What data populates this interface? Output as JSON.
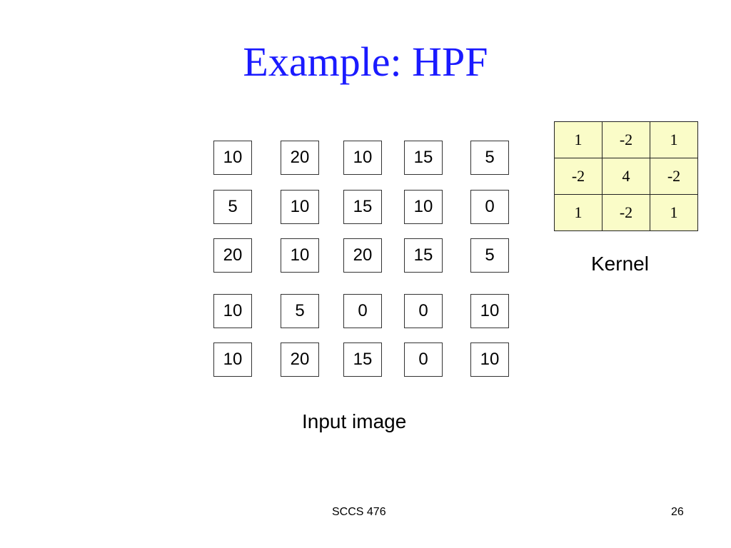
{
  "slide": {
    "title": "Example: HPF",
    "input_caption": "Input image",
    "kernel_caption": "Kernel",
    "footer_left": "SCCS 476",
    "page_number": "26"
  },
  "input_image": [
    [
      "10",
      "20",
      "10",
      "15",
      "5"
    ],
    [
      "5",
      "10",
      "15",
      "10",
      "0"
    ],
    [
      "20",
      "10",
      "20",
      "15",
      "5"
    ],
    [
      "10",
      "5",
      "0",
      "0",
      "10"
    ],
    [
      "10",
      "20",
      "15",
      "0",
      "10"
    ]
  ],
  "kernel": [
    [
      "1",
      "-2",
      "1"
    ],
    [
      "-2",
      "4",
      "-2"
    ],
    [
      "1",
      "-2",
      "1"
    ]
  ],
  "colors": {
    "title": "#1a1aff",
    "kernel_fill": "#fafcc8"
  }
}
